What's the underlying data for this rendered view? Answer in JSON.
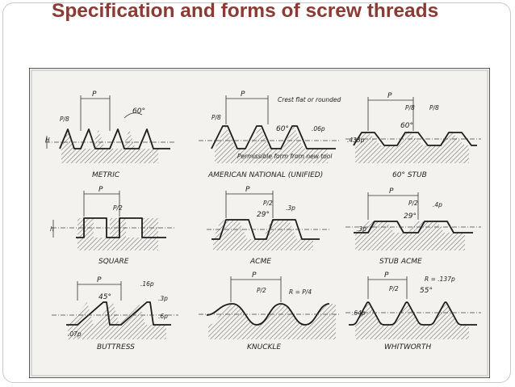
{
  "slide": {
    "title": "Specification and forms of screw threads"
  },
  "thread_forms": [
    {
      "name": "METRIC",
      "dims": [
        "P",
        "P/8",
        "60°"
      ]
    },
    {
      "name": "AMERICAN NATIONAL (UNIFIED)",
      "dims": [
        "P",
        "P/8",
        "Crest flat or rounded",
        "60°",
        ".06p",
        "Permissible form from new tool"
      ]
    },
    {
      "name": "60° STUB",
      "dims": [
        "P",
        "P/8",
        "P/8",
        "60°",
        ".433p"
      ]
    },
    {
      "name": "SQUARE",
      "dims": [
        "P",
        "P/2"
      ]
    },
    {
      "name": "ACME",
      "dims": [
        "P",
        "P/2",
        ".3p",
        "29°"
      ]
    },
    {
      "name": "STUB ACME",
      "dims": [
        "P",
        "P/2",
        ".4p",
        "29°",
        ".3p"
      ]
    },
    {
      "name": "BUTTRESS",
      "dims": [
        "P",
        ".16p",
        "45°",
        ".3p",
        ".6p",
        ".07p"
      ]
    },
    {
      "name": "KNUCKLE",
      "dims": [
        "P",
        "P/2",
        "R = P/4"
      ]
    },
    {
      "name": "WHITWORTH",
      "dims": [
        "P",
        "P/2",
        "R = .137p",
        "55°",
        ".64p"
      ]
    }
  ]
}
